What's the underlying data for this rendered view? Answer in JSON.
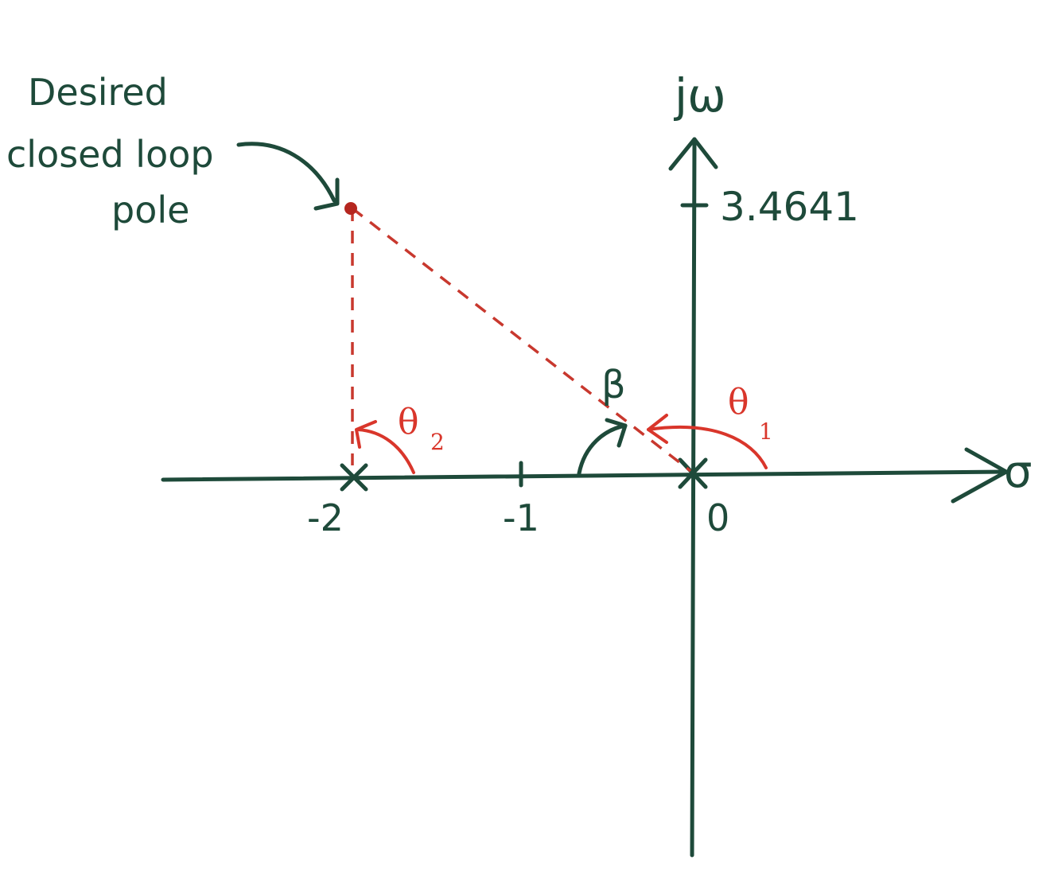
{
  "annotation": {
    "lines": [
      "Desired",
      "closed loop",
      "pole"
    ]
  },
  "axes": {
    "imag_label": "jω",
    "real_label": "σ",
    "imag_tick_label": "3.4641",
    "real_tick_labels": [
      "-2",
      "-1",
      "0"
    ]
  },
  "angles": {
    "beta": "β",
    "theta1": "θ",
    "theta1_sub": "1",
    "theta2": "θ",
    "theta2_sub": "2"
  },
  "colors": {
    "ink": "#1e4a3a",
    "red": "#d9362b"
  }
}
